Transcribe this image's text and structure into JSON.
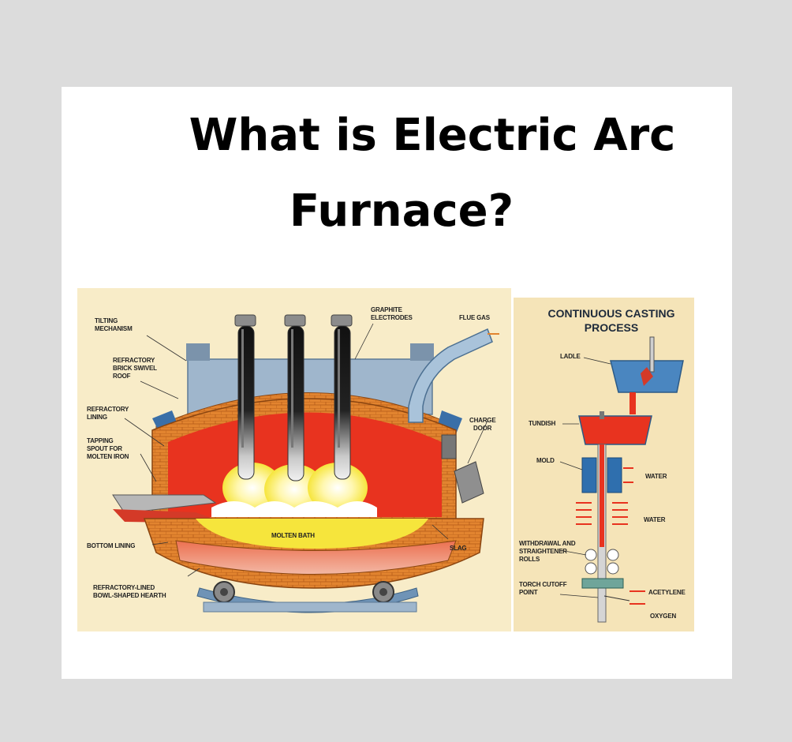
{
  "title": {
    "line1": "What is Electric Arc",
    "line2": "Furnace?"
  },
  "furnace_labels": {
    "tilting_1": "TILTING",
    "tilting_2": "MECHANISM",
    "roof_1": "REFRACTORY",
    "roof_2": "BRICK SWIVEL",
    "roof_3": "ROOF",
    "lining_1": "REFRACTORY",
    "lining_2": "LINING",
    "spout_1": "TAPPING",
    "spout_2": "SPOUT FOR",
    "spout_3": "MOLTEN IRON",
    "electrodes_1": "GRAPHITE",
    "electrodes_2": "ELECTRODES",
    "flue_gas": "FLUE GAS",
    "charge_1": "CHARGE",
    "charge_2": "DOOR",
    "molten_bath": "MOLTEN BATH",
    "slag": "SLAG",
    "bottom_lining": "BOTTOM LINING",
    "hearth_1": "REFRACTORY-LINED",
    "hearth_2": "BOWL-SHAPED HEARTH"
  },
  "casting": {
    "title_1": "CONTINUOUS CASTING",
    "title_2": "PROCESS",
    "ladle": "LADLE",
    "tundish": "TUNDISH",
    "mold": "MOLD",
    "water_1": "WATER",
    "water_2": "WATER",
    "rolls_1": "WITHDRAWAL AND",
    "rolls_2": "STRAIGHTENER",
    "rolls_3": "ROLLS",
    "torch_1": "TORCH CUTOFF",
    "torch_2": "POINT",
    "acetylene": "ACETYLENE",
    "oxygen": "OXYGEN"
  },
  "colors": {
    "panel": "#f8ecc8",
    "molten": "#e8331f",
    "brick": "#e2842f",
    "steel": "#4a86c0",
    "bath": "#f6e53c"
  },
  "icons": [
    "electrode-icon",
    "flue-pipe-icon",
    "wheel-icon",
    "ladle-icon",
    "mold-icon",
    "roll-icon"
  ]
}
